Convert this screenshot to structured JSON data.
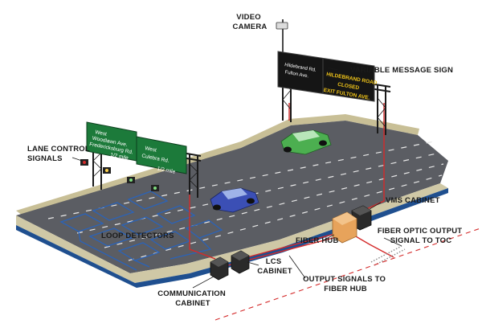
{
  "labels": {
    "video_camera": [
      "VIDEO",
      "CAMERA"
    ],
    "variable_message_sign": "VARIABLE MESSAGE SIGN",
    "lane_control_signals": [
      "LANE CONTROL",
      "SIGNALS"
    ],
    "loop_detectors": "LOOP DETECTORS",
    "fiber_hub": "FIBER HUB",
    "vms_cabinet": "VMS CABINET",
    "fiber_optic_output": [
      "FIBER OPTIC OUTPUT",
      "SIGNAL TO TOC"
    ],
    "lcs_cabinet": [
      "LCS",
      "CABINET"
    ],
    "output_signals": [
      "OUTPUT SIGNALS TO",
      "FIBER HUB"
    ],
    "communication_cabinet": [
      "COMMUNICATION",
      "CABINET"
    ]
  },
  "signs": {
    "green_left": [
      "West",
      "Woodlawn Ave.",
      "Fredericksburg Rd.",
      "1/2 mile"
    ],
    "green_right": [
      "West",
      "Culebra Rd.",
      "1/2 mile"
    ],
    "vms_left": [
      "Hildebrand Rd.",
      "Fulton Ave."
    ],
    "vms_right": [
      "HILDEBRAND ROAD",
      "CLOSED",
      "EXIT FULTON AVE."
    ]
  },
  "colors": {
    "road_asphalt": "#5b5d63",
    "road_side": "#c8bf96",
    "road_edge": "#1f4f8f",
    "sign_green": "#1c7a3a",
    "vms_text": "#f0c419",
    "gantry": "#1a1a1a",
    "signal_wire": "#d42a2a",
    "loop_wire": "#2b63b8",
    "car_blue": "#3b4fb5",
    "car_green": "#4caf50"
  }
}
